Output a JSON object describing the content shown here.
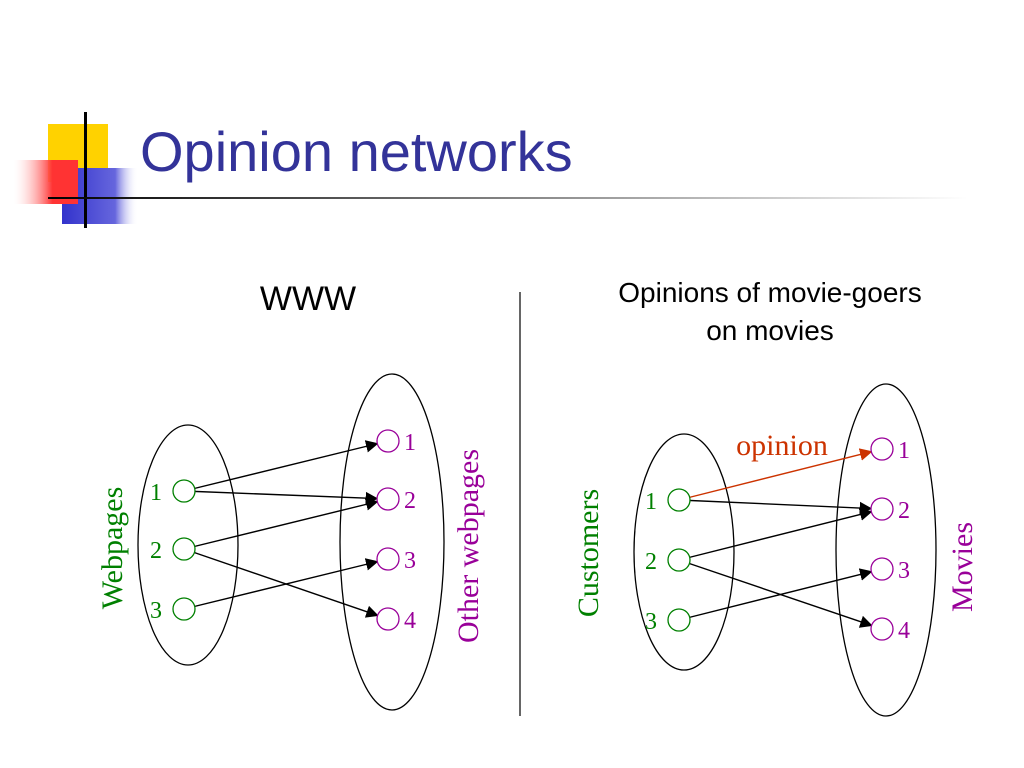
{
  "slide": {
    "title": "Opinion networks",
    "colors": {
      "title": "#333399",
      "green": "#008000",
      "purple": "#990099",
      "orange": "#CC3300",
      "deco_yellow": "#FFD200",
      "deco_red": "#FF3333",
      "deco_blue": "#3333CC"
    }
  },
  "www": {
    "heading": "WWW",
    "left_set_label": "Webpages",
    "right_set_label": "Other webpages",
    "left_nodes": [
      "1",
      "2",
      "3"
    ],
    "right_nodes": [
      "1",
      "2",
      "3",
      "4"
    ],
    "edges": [
      {
        "from": "1",
        "to": "1"
      },
      {
        "from": "1",
        "to": "2"
      },
      {
        "from": "2",
        "to": "2"
      },
      {
        "from": "2",
        "to": "4"
      },
      {
        "from": "3",
        "to": "3"
      }
    ]
  },
  "movies": {
    "heading_line1": "Opinions of movie-goers",
    "heading_line2": "on movies",
    "left_set_label": "Customers",
    "right_set_label": "Movies",
    "edge_label": "opinion",
    "left_nodes": [
      "1",
      "2",
      "3"
    ],
    "right_nodes": [
      "1",
      "2",
      "3",
      "4"
    ],
    "edges": [
      {
        "from": "1",
        "to": "1",
        "highlight": true
      },
      {
        "from": "1",
        "to": "2"
      },
      {
        "from": "2",
        "to": "2"
      },
      {
        "from": "2",
        "to": "4"
      },
      {
        "from": "3",
        "to": "3"
      }
    ]
  }
}
